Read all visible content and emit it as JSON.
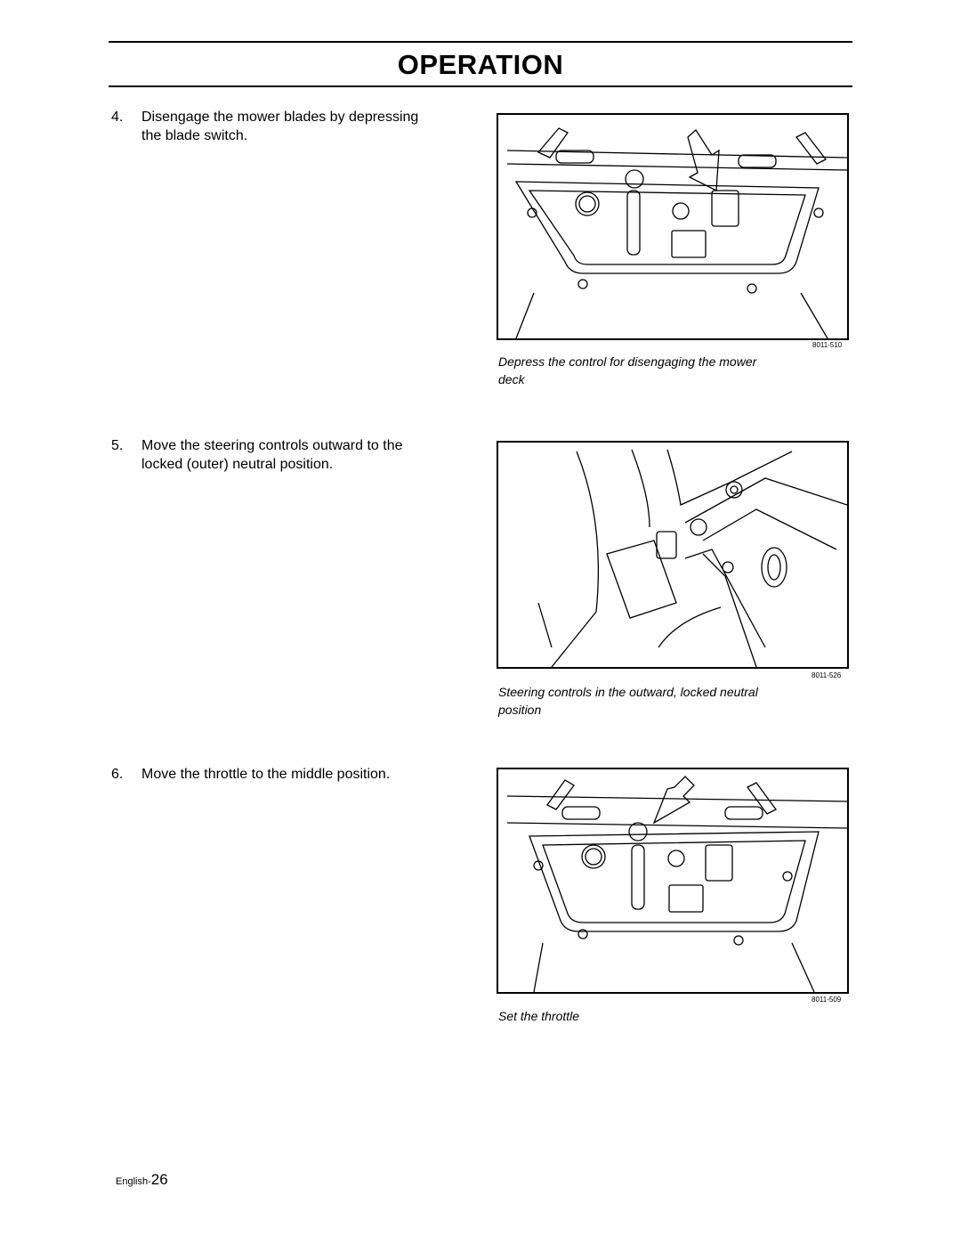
{
  "header": {
    "title": "OPERATION"
  },
  "steps": [
    {
      "number": "4.",
      "text": "Disengage the mower blades by depressing the blade switch."
    },
    {
      "number": "5.",
      "text": "Move the steering controls outward to the locked (outer) neutral position."
    },
    {
      "number": "6.",
      "text": "Move the throttle to the middle position."
    }
  ],
  "figures": [
    {
      "id": "8011-510",
      "caption": "Depress the control for disengaging the mower deck"
    },
    {
      "id": "8011-526",
      "caption": "Steering controls in the outward, locked neutral position"
    },
    {
      "id": "8011-509",
      "caption": "Set the throttle"
    }
  ],
  "footer": {
    "language": "English-",
    "page": "26"
  }
}
